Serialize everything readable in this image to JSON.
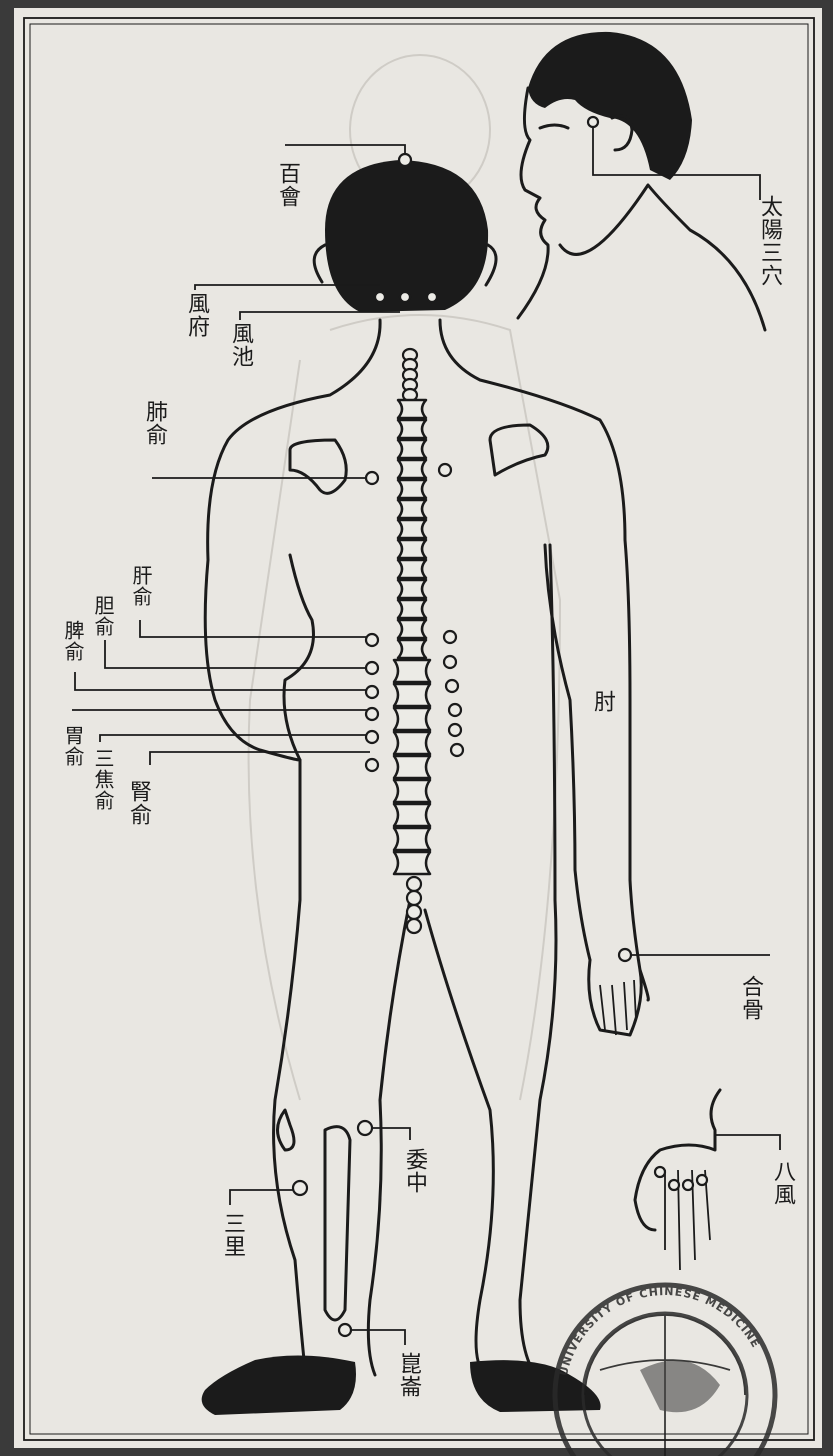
{
  "labels": {
    "baihui": "百會",
    "taiyang": "太陽三穴",
    "fengfu": "風府",
    "fengchi": "風池",
    "feishu": "肺俞",
    "ganshu": "肝俞",
    "danshu": "胆俞",
    "pishu": "脾俞",
    "weishu": "胃俞",
    "sanjiao": "三焦俞",
    "shenshu": "腎俞",
    "zhou": "肘",
    "hegu": "合骨",
    "bafeng": "八風",
    "weizhong": "委中",
    "sanli": "三里",
    "kunlun": "崑崙"
  },
  "seal": {
    "text": "UNIVERSITY OF CHINESE MEDICINE"
  },
  "colors": {
    "ink": "#1b1b1b",
    "paper": "#e9e7e2",
    "frame": "#2c2c2c"
  }
}
